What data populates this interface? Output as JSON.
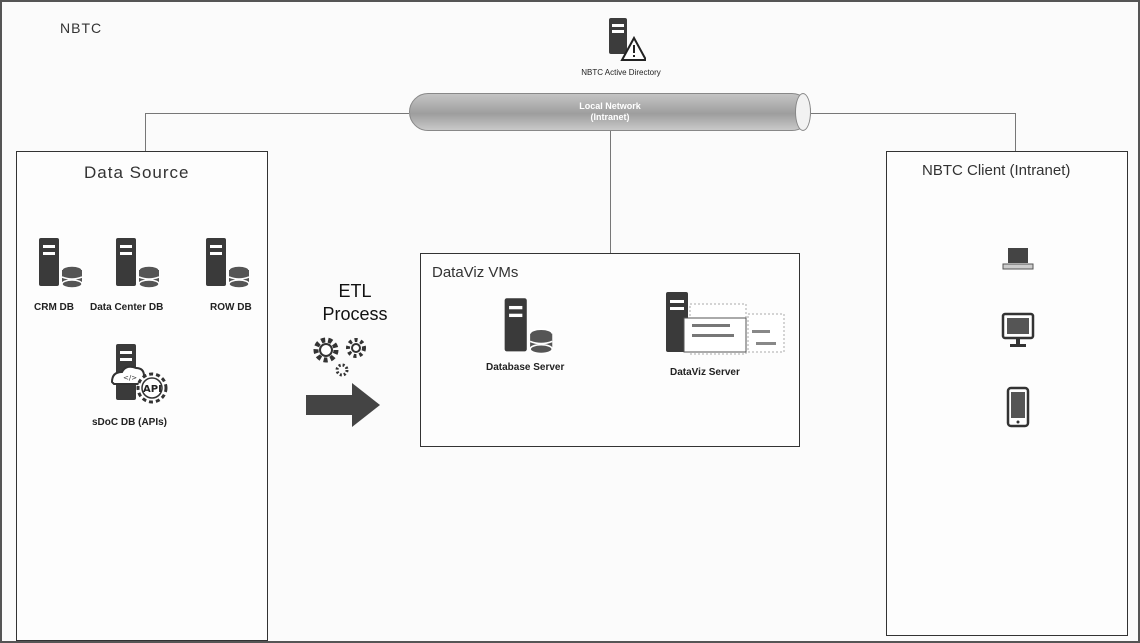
{
  "outer": {
    "label": "NBTC"
  },
  "active_directory": {
    "label": "NBTC Active Directory",
    "icon": "server-warning-icon"
  },
  "network": {
    "line1": "Local Network",
    "line2": "(Intranet)"
  },
  "data_source": {
    "title": "Data Source",
    "items": [
      {
        "label": "CRM DB",
        "icon": "database-server-icon"
      },
      {
        "label": "Data Center DB",
        "icon": "database-server-icon"
      },
      {
        "label": "ROW DB",
        "icon": "database-server-icon"
      },
      {
        "label": "sDoC DB (APIs)",
        "icon": "api-server-icon"
      }
    ]
  },
  "etl": {
    "line1": "ETL",
    "line2": "Process",
    "icon": "gears-icon",
    "arrow_icon": "right-arrow-icon"
  },
  "dataviz": {
    "title": "DataViz VMs",
    "database_server": "Database Server",
    "dataviz_server": "DataViz Server"
  },
  "client": {
    "title": "NBTC Client (Intranet)",
    "devices": [
      "laptop-icon",
      "monitor-icon",
      "tablet-icon"
    ]
  }
}
